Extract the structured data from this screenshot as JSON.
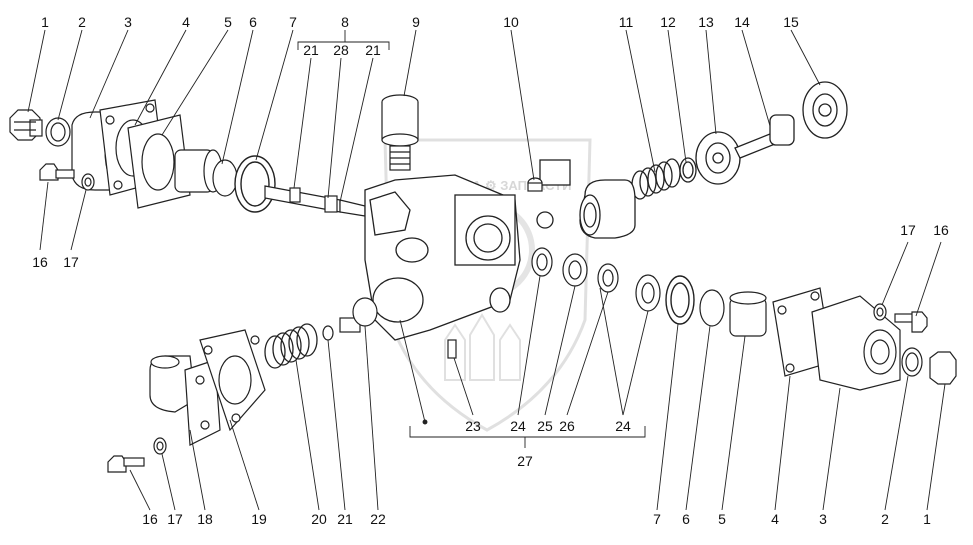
{
  "watermark": {
    "text": "ТЕХНИКА ⚙ ЗАПЧАСТИ"
  },
  "labels": {
    "n1a": "1",
    "n2a": "2",
    "n3a": "3",
    "n4a": "4",
    "n5a": "5",
    "n6a": "6",
    "n7a": "7",
    "n8": "8",
    "n21a": "21",
    "n28": "28",
    "n21b": "21",
    "n9": "9",
    "n10": "10",
    "n11": "11",
    "n12": "12",
    "n13": "13",
    "n14": "14",
    "n15": "15",
    "n16a": "16",
    "n17a": "17",
    "n17b": "17",
    "n16b": "16",
    "n23": "23",
    "n24a": "24",
    "n25": "25",
    "n26": "26",
    "n24b": "24",
    "n27": "27",
    "n16c": "16",
    "n17c": "17",
    "n18": "18",
    "n19": "19",
    "n20": "20",
    "n21c": "21",
    "n22": "22",
    "n7b": "7",
    "n6b": "6",
    "n5b": "5",
    "n4b": "4",
    "n3b": "3",
    "n2b": "2",
    "n1b": "1"
  }
}
